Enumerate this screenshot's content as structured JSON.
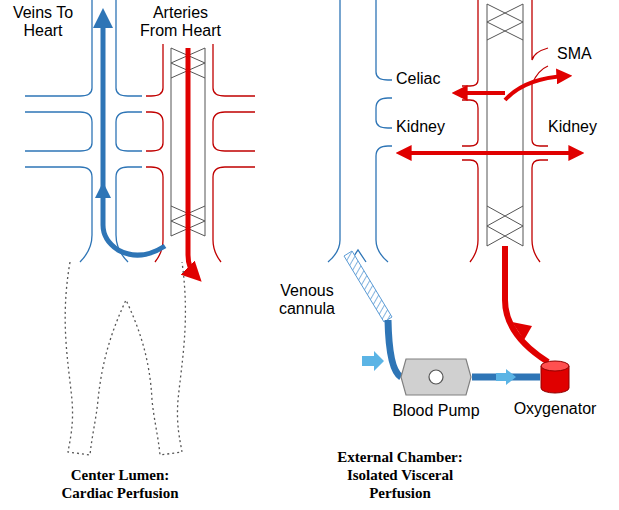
{
  "diagram": {
    "nodes": [
      {
        "text": [
          "Blood Pump"
        ]
      },
      {
        "text": [
          "Oxygenator"
        ]
      }
    ],
    "edges": [
      {
        "from": 0,
        "to": 1,
        "arrow": "to"
      }
    ],
    "labels": [
      "Veins To Heart",
      "Arteries From Heart",
      "Celiac",
      "SMA",
      "Kidney",
      "Kidney",
      "Venous cannula",
      "Center Lumen: Cardiac Perfusion",
      "External Chamber: Isolated Visceral Perfusion"
    ]
  }
}
